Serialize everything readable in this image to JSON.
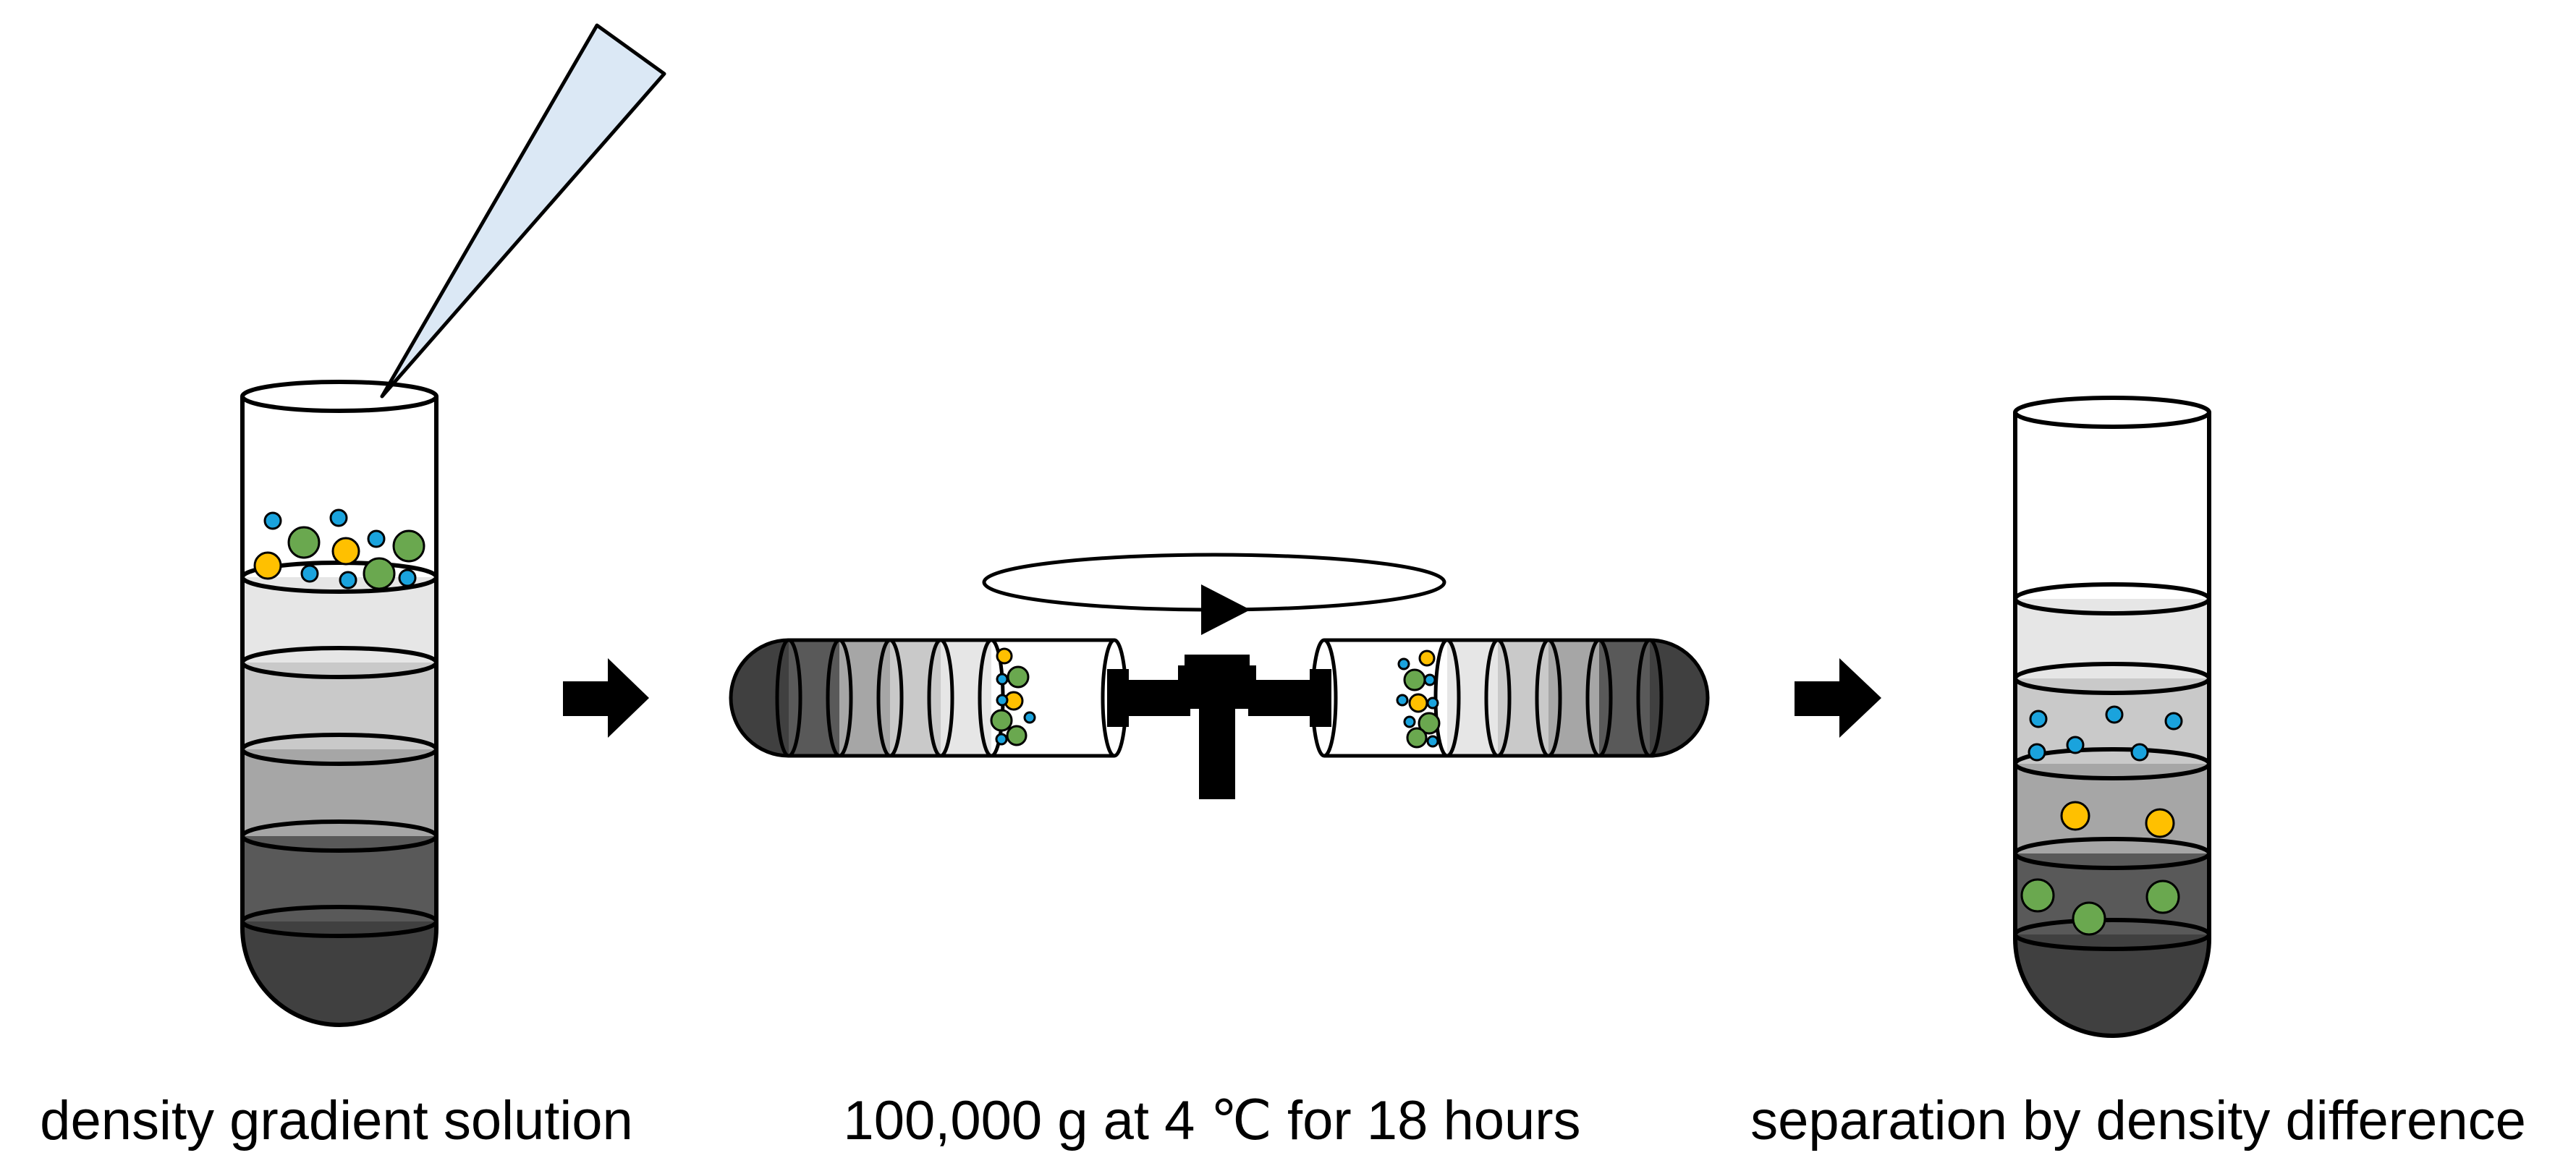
{
  "captions": {
    "step1": "density gradient solution",
    "step2": "100,000 g at 4 ℃ for 18 hours",
    "step3": "separation by density difference"
  },
  "colors": {
    "tube_top": "#ffffff",
    "layer1": "#e6e6e6",
    "layer2": "#c9c9c9",
    "layer3": "#a6a6a6",
    "layer4": "#595959",
    "layer5": "#404040",
    "pipette_tip": "#dbe8f5",
    "particle_blue": "#1aa3dd",
    "particle_yellow": "#ffc000",
    "particle_green": "#6aa84f",
    "rotor": "#000000"
  },
  "icons": [
    "pipette-tip-icon",
    "arrow-right-icon",
    "rotation-direction-icon",
    "centrifuge-rotor-icon",
    "centrifuge-tube-icon"
  ]
}
